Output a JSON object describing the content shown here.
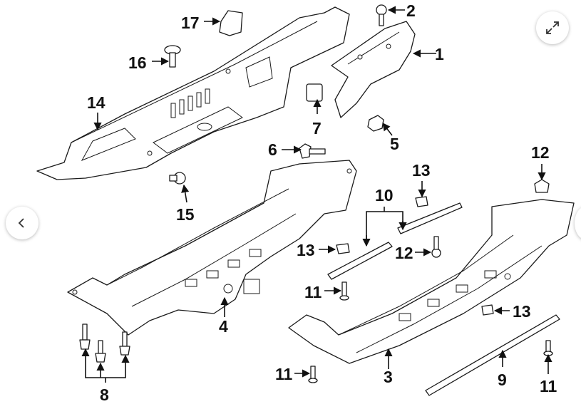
{
  "diagram": {
    "callouts": [
      "1",
      "2",
      "3",
      "4",
      "5",
      "6",
      "7",
      "8",
      "9",
      "10",
      "11",
      "11",
      "11",
      "12",
      "12",
      "13",
      "13",
      "13",
      "14",
      "15",
      "16",
      "17"
    ]
  },
  "viewer": {
    "expand_icon": "expand-icon",
    "prev_icon": "chevron-left-icon",
    "next_icon": "chevron-right-icon"
  }
}
